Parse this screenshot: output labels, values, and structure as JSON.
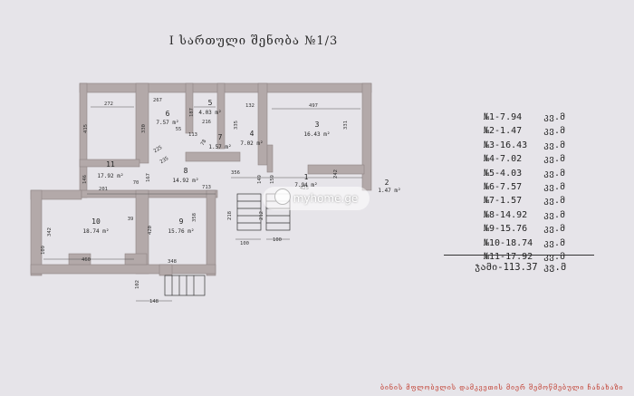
{
  "title": "I სართული შენობა №1/3",
  "rooms": [
    {
      "num": "1",
      "area": "7.94 m²"
    },
    {
      "num": "2",
      "area": "1.47 m²"
    },
    {
      "num": "3",
      "area": "16.43 m²"
    },
    {
      "num": "4",
      "area": "7.02 m²"
    },
    {
      "num": "5",
      "area": "4.03 m²"
    },
    {
      "num": "6",
      "area": "7.57 m²"
    },
    {
      "num": "7",
      "area": "1.57 m²"
    },
    {
      "num": "8",
      "area": "14.92 m²"
    },
    {
      "num": "9",
      "area": "15.76 m²"
    },
    {
      "num": "10",
      "area": "18.74 m²"
    },
    {
      "num": "11",
      "area": "17.92 m²"
    }
  ],
  "legend": [
    {
      "room": "№1-7.94",
      "unit": "კვ.მ"
    },
    {
      "room": "№2-1.47",
      "unit": "კვ.მ"
    },
    {
      "room": "№3-16.43",
      "unit": "კვ.მ"
    },
    {
      "room": "№4-7.02",
      "unit": "კვ.მ"
    },
    {
      "room": "№5-4.03",
      "unit": "კვ.მ"
    },
    {
      "room": "№6-7.57",
      "unit": "კვ.მ"
    },
    {
      "room": "№7-1.57",
      "unit": "კვ.მ"
    },
    {
      "room": "№8-14.92",
      "unit": "კვ.მ"
    },
    {
      "room": "№9-15.76",
      "unit": "კვ.მ"
    },
    {
      "room": "№10-18.74",
      "unit": "კვ.მ"
    },
    {
      "room": "№11-17.92",
      "unit": "კვ.მ"
    }
  ],
  "total": "ჯამი-113.37 კვ.მ",
  "dims": {
    "d272": "272",
    "d415": "415",
    "d267": "267",
    "d187": "187",
    "d216": "216",
    "d335": "335",
    "d132": "132",
    "d497": "497",
    "d331": "331",
    "d330": "330",
    "d225": "225",
    "d235": "235",
    "d356": "356",
    "d201": "201",
    "d70": "70",
    "d713": "713",
    "d425": "425",
    "d146": "146",
    "d167": "167",
    "d159": "159",
    "d149": "149",
    "d242": "242",
    "d218": "218",
    "d212": "212",
    "d100a": "100",
    "d100b": "100",
    "d342": "342",
    "d109": "109",
    "d460": "460",
    "d39": "39",
    "d420": "420",
    "d358": "358",
    "d348": "348",
    "d102": "102",
    "d148": "148",
    "d78": "78",
    "d113": "113",
    "d55": "55"
  },
  "watermark": "myhome.ge",
  "footer": "ბინის მფლობელის დამკვეთის მიერ შემოწმებული ჩანახაზი",
  "colors": {
    "wall": "#b3a9a9",
    "background": "#e6e4e9",
    "footer": "#c0392b"
  }
}
